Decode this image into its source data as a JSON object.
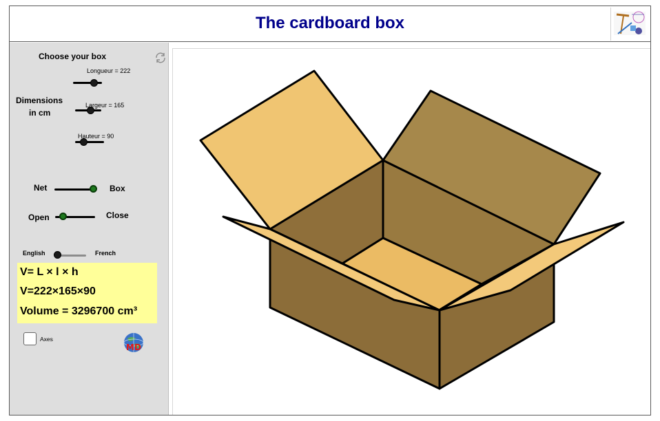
{
  "header": {
    "title": "The cardboard box"
  },
  "sidebar": {
    "choose_label": "Choose your box",
    "dimensions_label_line1": "Dimensions",
    "dimensions_label_line2": "in cm",
    "sliders": {
      "longueur": {
        "label": "Longueur = 222",
        "value": 222
      },
      "largeur": {
        "label": "Largeur = 165",
        "value": 165
      },
      "hauteur": {
        "label": "Hauteur = 90",
        "value": 90
      }
    },
    "net_box": {
      "left": "Net",
      "right": "Box",
      "selected": "Box"
    },
    "open_close": {
      "left": "Open",
      "right": "Close",
      "selected": "Open"
    },
    "language": {
      "left": "English",
      "right": "French",
      "selected": "English"
    },
    "formula": {
      "line1": "V= L × l × h",
      "line2": "V=222×165×90",
      "line3": "Volume = 3296700 cm³"
    },
    "axes_label": "Axes",
    "axes_checked": false
  },
  "colors": {
    "title": "#00008b",
    "box_outside": "#8b6e3a",
    "box_inside": "#927339",
    "flap_light": "#f0c570",
    "flap_dark": "#a5884a",
    "formula_bg": "#ffff99"
  },
  "icons": [
    "app-logo-icon",
    "refresh-icon",
    "globe-logo-icon"
  ]
}
